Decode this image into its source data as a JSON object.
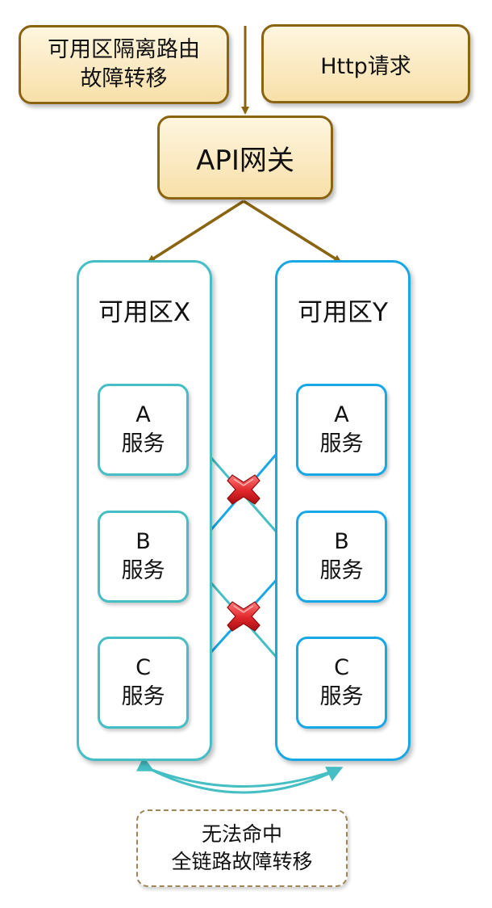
{
  "top": {
    "route_box": [
      "可用区隔离路由",
      "故障转移"
    ],
    "http_box": "Http请求",
    "gateway": "API网关"
  },
  "zones": [
    {
      "id": "x",
      "title": "可用区X",
      "services": [
        {
          "name": "A",
          "label": "服务"
        },
        {
          "name": "B",
          "label": "服务"
        },
        {
          "name": "C",
          "label": "服务"
        }
      ]
    },
    {
      "id": "y",
      "title": "可用区Y",
      "services": [
        {
          "name": "A",
          "label": "服务"
        },
        {
          "name": "B",
          "label": "服务"
        },
        {
          "name": "C",
          "label": "服务"
        }
      ]
    }
  ],
  "bottom_note": [
    "无法命中",
    "全链路故障转移"
  ],
  "colors": {
    "gateway_border": "#8a6410",
    "zone_x": "#45bec4",
    "zone_y": "#1aa7e6",
    "block_red": "#e0262a"
  },
  "icons": {
    "blocked_call": "red-x-block-icon"
  }
}
